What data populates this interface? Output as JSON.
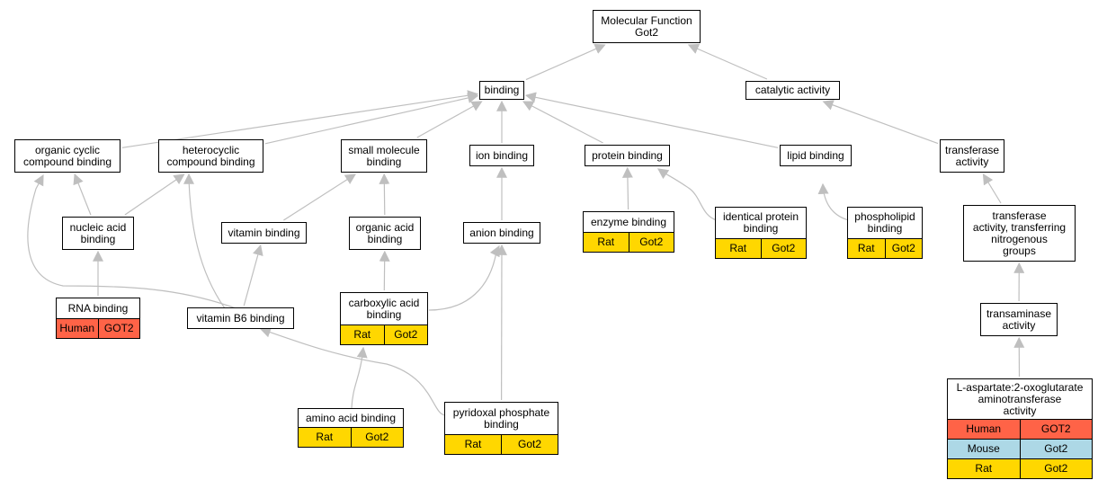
{
  "diagram": {
    "nodes": [
      {
        "id": "mf",
        "label": "Molecular Function\nGot2"
      },
      {
        "id": "binding",
        "label": "binding"
      },
      {
        "id": "catalytic",
        "label": "catalytic activity"
      },
      {
        "id": "orgcyc",
        "label": "organic cyclic\ncompound binding"
      },
      {
        "id": "hetero",
        "label": "heterocyclic\ncompound binding"
      },
      {
        "id": "smallmol",
        "label": "small molecule\nbinding"
      },
      {
        "id": "ion",
        "label": "ion binding"
      },
      {
        "id": "protein",
        "label": "protein binding"
      },
      {
        "id": "lipid",
        "label": "lipid binding"
      },
      {
        "id": "transferase",
        "label": "transferase\nactivity"
      },
      {
        "id": "nucleic",
        "label": "nucleic acid\nbinding"
      },
      {
        "id": "vitamin",
        "label": "vitamin binding"
      },
      {
        "id": "orgacid",
        "label": "organic acid\nbinding"
      },
      {
        "id": "anion",
        "label": "anion binding"
      },
      {
        "id": "enzyme",
        "label": "enzyme binding",
        "annotations": [
          {
            "species": "Rat",
            "gene": "Got2"
          }
        ]
      },
      {
        "id": "identical",
        "label": "identical protein\nbinding",
        "annotations": [
          {
            "species": "Rat",
            "gene": "Got2"
          }
        ]
      },
      {
        "id": "phospho",
        "label": "phospholipid\nbinding",
        "annotations": [
          {
            "species": "Rat",
            "gene": "Got2"
          }
        ]
      },
      {
        "id": "transfN",
        "label": "transferase\nactivity, transferring\nnitrogenous\ngroups"
      },
      {
        "id": "rna",
        "label": "RNA binding",
        "annotations": [
          {
            "species": "Human",
            "gene": "GOT2"
          }
        ]
      },
      {
        "id": "vitB6",
        "label": "vitamin B6 binding"
      },
      {
        "id": "carbox",
        "label": "carboxylic acid\nbinding",
        "annotations": [
          {
            "species": "Rat",
            "gene": "Got2"
          }
        ]
      },
      {
        "id": "transam",
        "label": "transaminase\nactivity"
      },
      {
        "id": "aminoacid",
        "label": "amino acid binding",
        "annotations": [
          {
            "species": "Rat",
            "gene": "Got2"
          }
        ]
      },
      {
        "id": "pyridoxal",
        "label": "pyridoxal phosphate\nbinding",
        "annotations": [
          {
            "species": "Rat",
            "gene": "Got2"
          }
        ]
      },
      {
        "id": "laspartate",
        "label": "L-aspartate:2-oxoglutarate\naminotransferase\nactivity",
        "annotations": [
          {
            "species": "Human",
            "gene": "GOT2"
          },
          {
            "species": "Mouse",
            "gene": "Got2"
          },
          {
            "species": "Rat",
            "gene": "Got2"
          }
        ]
      }
    ],
    "edges": [
      [
        "binding",
        "mf"
      ],
      [
        "catalytic",
        "mf"
      ],
      [
        "orgcyc",
        "binding"
      ],
      [
        "hetero",
        "binding"
      ],
      [
        "smallmol",
        "binding"
      ],
      [
        "ion",
        "binding"
      ],
      [
        "protein",
        "binding"
      ],
      [
        "lipid",
        "binding"
      ],
      [
        "transferase",
        "catalytic"
      ],
      [
        "nucleic",
        "orgcyc"
      ],
      [
        "nucleic",
        "hetero"
      ],
      [
        "vitamin",
        "smallmol"
      ],
      [
        "orgacid",
        "smallmol"
      ],
      [
        "anion",
        "ion"
      ],
      [
        "enzyme",
        "protein"
      ],
      [
        "identical",
        "protein"
      ],
      [
        "phospho",
        "lipid"
      ],
      [
        "transfN",
        "transferase"
      ],
      [
        "rna",
        "nucleic"
      ],
      [
        "vitB6",
        "orgcyc"
      ],
      [
        "vitB6",
        "hetero"
      ],
      [
        "vitB6",
        "vitamin"
      ],
      [
        "carbox",
        "orgacid"
      ],
      [
        "carbox",
        "anion"
      ],
      [
        "transam",
        "transfN"
      ],
      [
        "laspartate",
        "transam"
      ],
      [
        "aminoacid",
        "carbox"
      ],
      [
        "pyridoxal",
        "vitB6"
      ],
      [
        "pyridoxal",
        "anion"
      ]
    ],
    "colors": {
      "edge": "#bfbfbf",
      "border": "#000000",
      "Human": "#ff6347",
      "Mouse": "#add8e6",
      "Rat": "#ffd700"
    }
  }
}
